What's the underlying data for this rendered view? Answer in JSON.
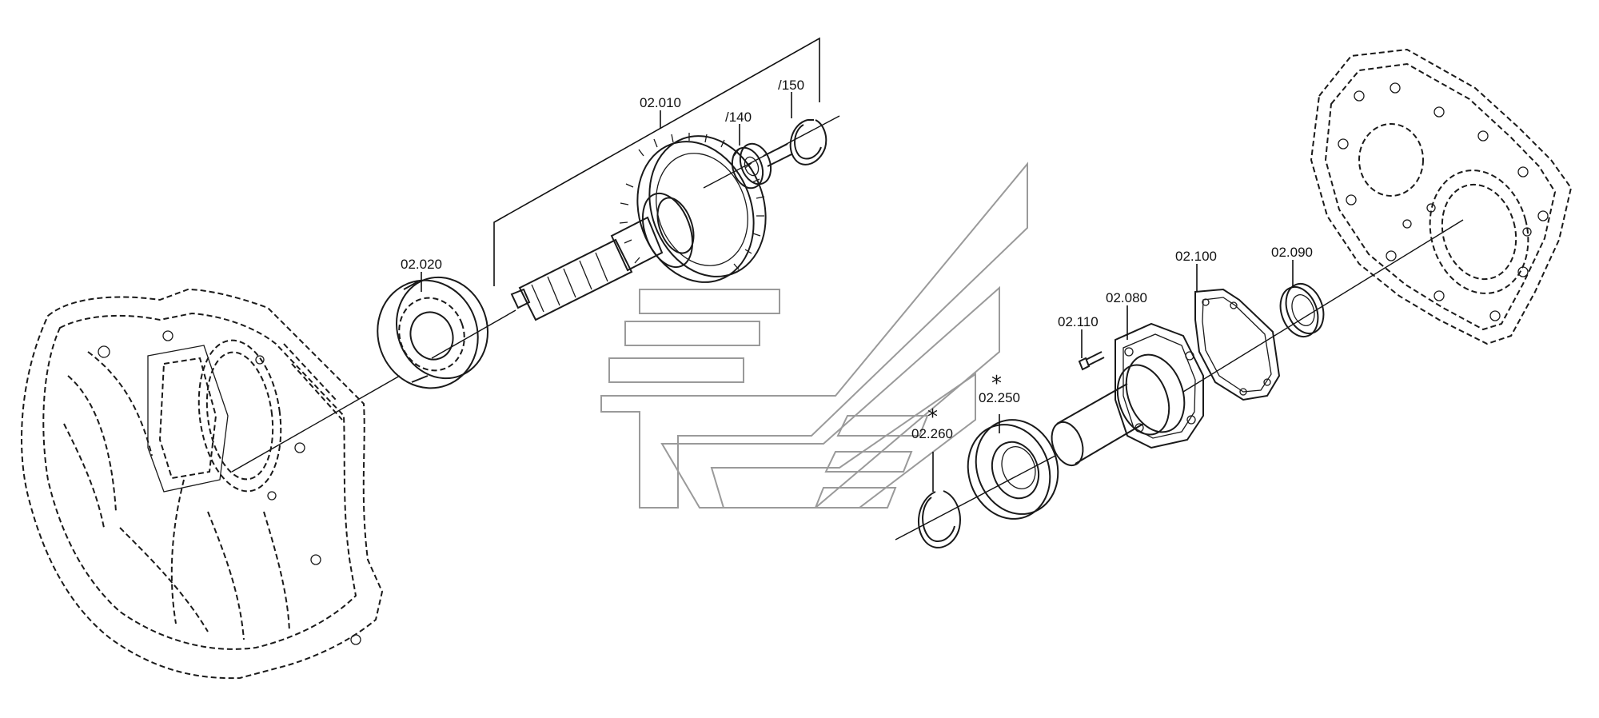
{
  "callouts": {
    "shaft_group": "02.010",
    "item_140": "/140",
    "item_150": "/150",
    "bearing": "02.020",
    "cover_flange": "02.080",
    "screw": "02.110",
    "gasket": "02.100",
    "shaft_seal": "02.090",
    "ring_250": "02.250",
    "circlip_260": "02.260"
  },
  "markers": {
    "star_250": "*",
    "star_260": "*"
  }
}
